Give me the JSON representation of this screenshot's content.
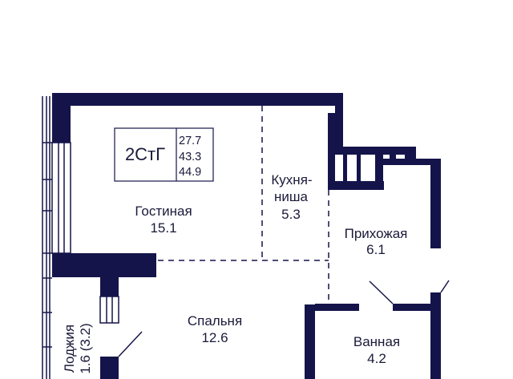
{
  "plan": {
    "type_code": "2СтГ",
    "areas": [
      "27.7",
      "43.3",
      "44.9"
    ],
    "rooms": [
      {
        "name": "Гостиная",
        "area": "15.1"
      },
      {
        "name_line1": "Кухня-",
        "name_line2": "ниша",
        "area": "5.3"
      },
      {
        "name": "Прихожая",
        "area": "6.1"
      },
      {
        "name": "Спальня",
        "area": "12.6"
      },
      {
        "name": "Ванная",
        "area": "4.2"
      },
      {
        "name": "Лоджия",
        "area": "1.6 (3.2)"
      }
    ],
    "wall_color": "#15144a"
  }
}
